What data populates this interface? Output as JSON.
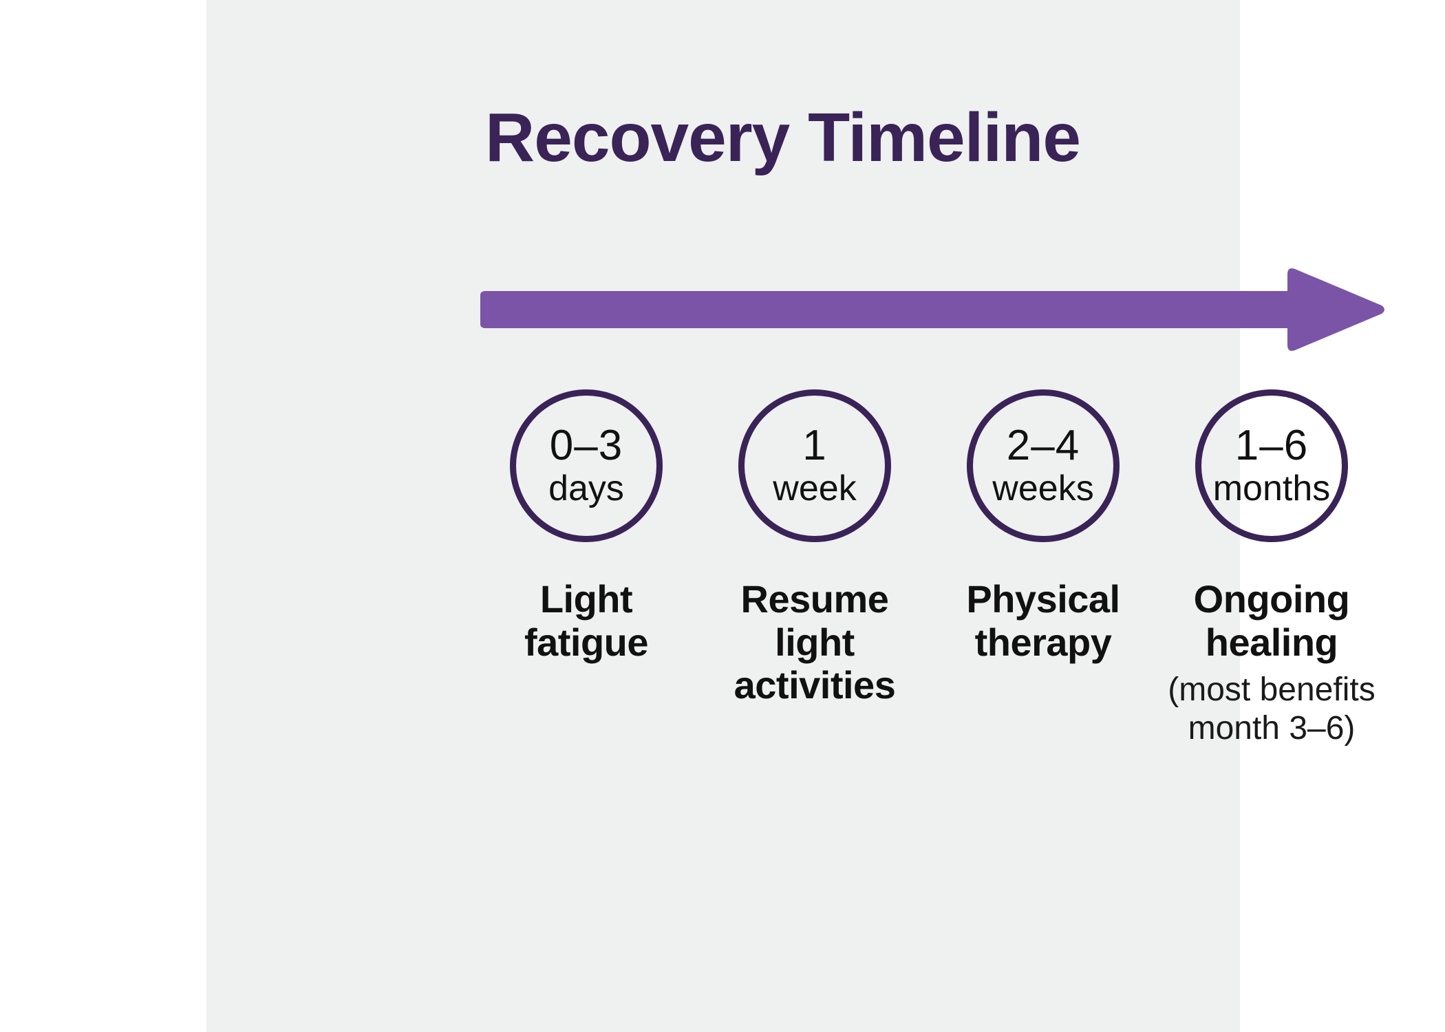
{
  "card": {
    "background_color": "#eff0f0",
    "page_background_color": "#ffffff"
  },
  "header": {
    "title": "Recovery Timeline",
    "title_color": "#3a2357"
  },
  "arrow": {
    "name": "timeline-progress-arrow",
    "direction": "right",
    "color": "#7b54a8"
  },
  "timeline": {
    "circle_stroke_color": "#3a2357",
    "text_color": "#111111",
    "steps": [
      {
        "range": "0–3",
        "unit": "days",
        "label": "Light\nfatigue",
        "note": ""
      },
      {
        "range": "1",
        "unit": "week",
        "label": "Resume\nlight\nactivities",
        "note": ""
      },
      {
        "range": "2–4",
        "unit": "weeks",
        "label": "Physical\ntherapy",
        "note": ""
      },
      {
        "range": "1–6",
        "unit": "months",
        "label": "Ongoing\nhealing",
        "note": "(most benefits\nmonth 3–6)"
      }
    ]
  }
}
